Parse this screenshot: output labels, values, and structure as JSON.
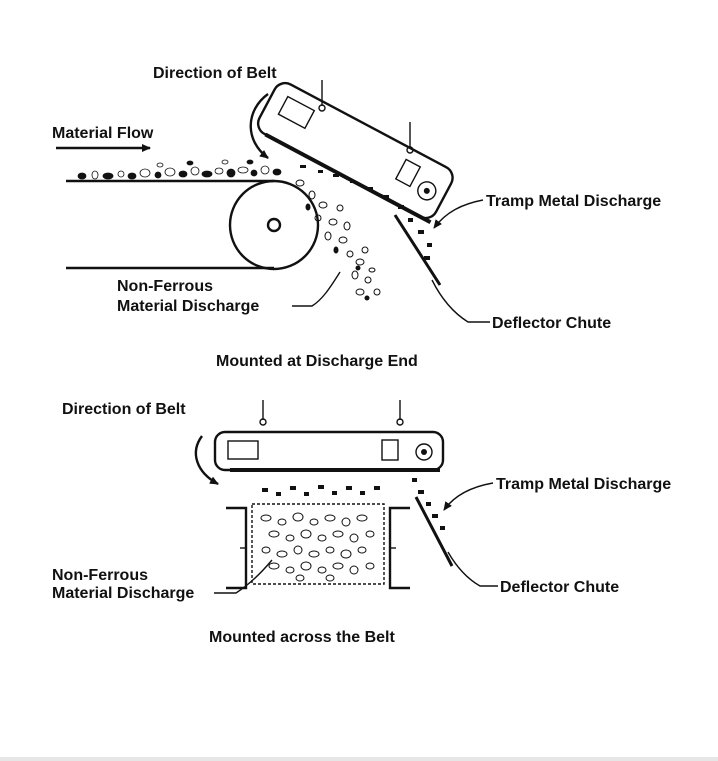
{
  "top": {
    "direction_label": "Direction of Belt",
    "material_flow_label": "Material Flow",
    "tramp_label": "Tramp Metal Discharge",
    "nonferrous_label_line1": "Non-Ferrous",
    "nonferrous_label_line2": "Material Discharge",
    "chute_label": "Deflector Chute",
    "caption": "Mounted at Discharge End"
  },
  "bottom": {
    "direction_label": "Direction of Belt",
    "tramp_label": "Tramp Metal Discharge",
    "nonferrous_label_line1": "Non-Ferrous",
    "nonferrous_label_line2": "Material Discharge",
    "chute_label": "Deflector Chute",
    "caption": "Mounted across the Belt"
  },
  "colors": {
    "ink": "#111111",
    "background": "#ffffff"
  }
}
